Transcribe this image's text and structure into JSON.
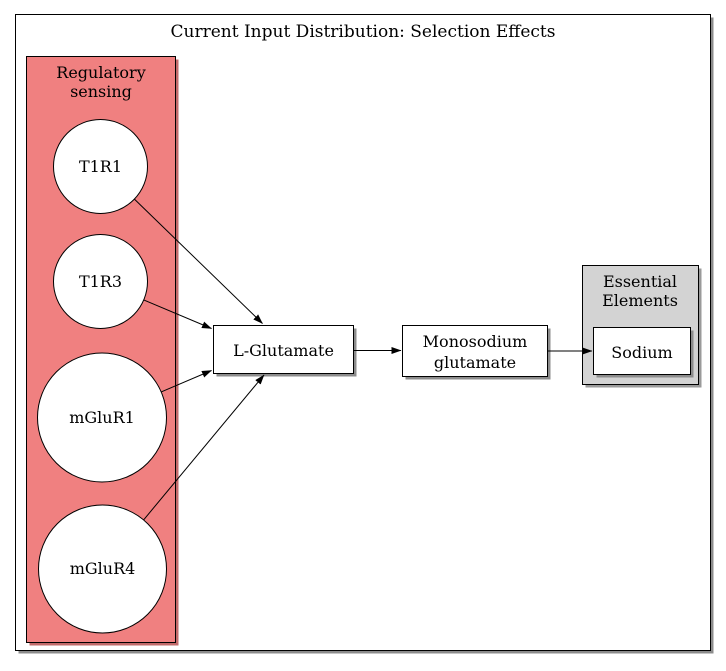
{
  "diagram": {
    "title": "Current Input Distribution: Selection Effects",
    "clusters": {
      "regulatory": {
        "label_lines": [
          "Regulatory",
          "sensing"
        ],
        "fill": "#f08080",
        "shadow": "#c26a6a"
      },
      "essential": {
        "label_lines": [
          "Essential",
          "Elements"
        ],
        "fill": "#d3d3d3",
        "shadow": "#9a9a9a"
      }
    },
    "nodes": {
      "t1r1": {
        "label": "T1R1",
        "shape": "circle",
        "fill": "#ffffff"
      },
      "t1r3": {
        "label": "T1R3",
        "shape": "circle",
        "fill": "#ffffff"
      },
      "mglur1": {
        "label": "mGluR1",
        "shape": "circle",
        "fill": "#ffffff"
      },
      "mglur4": {
        "label": "mGluR4",
        "shape": "circle",
        "fill": "#ffffff"
      },
      "l_glutamate": {
        "label": "L-Glutamate",
        "shape": "box",
        "fill": "#ffffff"
      },
      "monosodium": {
        "label_lines": [
          "Monosodium",
          "glutamate"
        ],
        "shape": "box",
        "fill": "#ffffff"
      },
      "sodium": {
        "label": "Sodium",
        "shape": "box",
        "fill": "#ffffff"
      }
    },
    "edges": [
      {
        "from": "T1R1",
        "to": "L-Glutamate"
      },
      {
        "from": "T1R3",
        "to": "L-Glutamate"
      },
      {
        "from": "mGluR1",
        "to": "L-Glutamate"
      },
      {
        "from": "mGluR4",
        "to": "L-Glutamate"
      },
      {
        "from": "L-Glutamate",
        "to": "Monosodium glutamate"
      },
      {
        "from": "Monosodium glutamate",
        "to": "Sodium"
      }
    ],
    "colors": {
      "background": "#ffffff",
      "stroke": "#000000",
      "frame_fill": "#ffffff",
      "shadow_gray": "#8c8c8c"
    }
  }
}
